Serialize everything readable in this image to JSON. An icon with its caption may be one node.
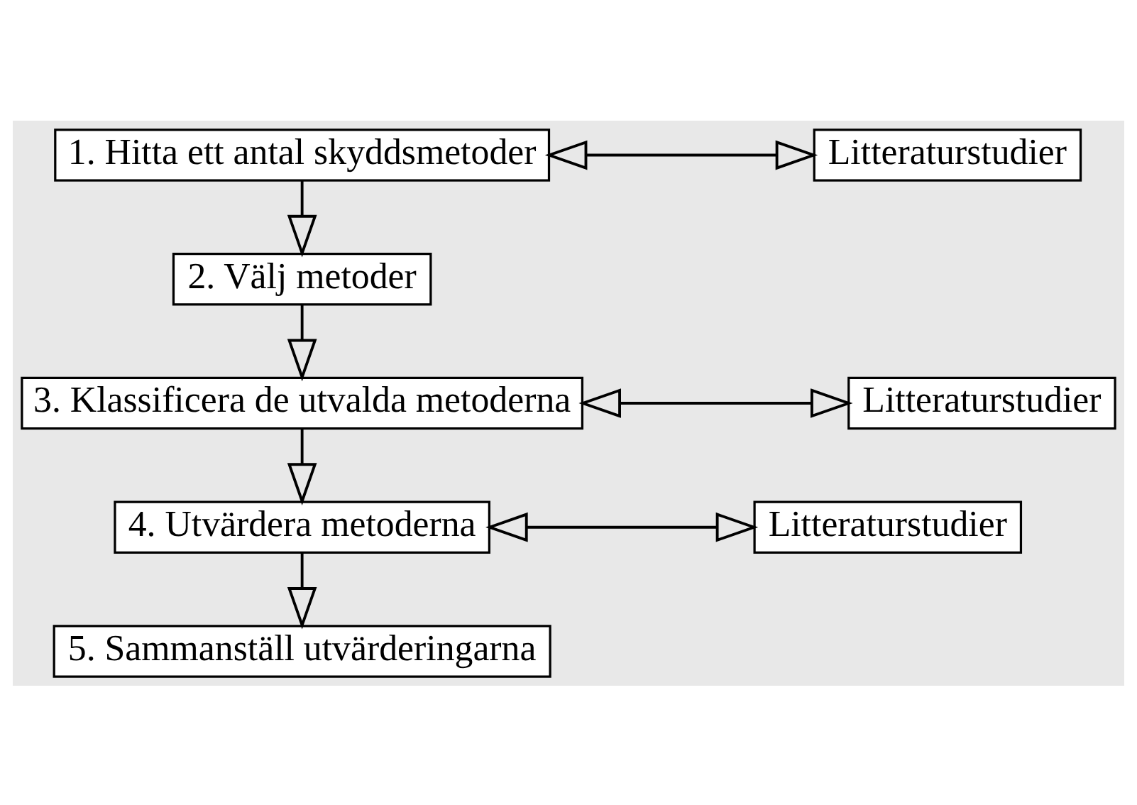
{
  "diagram": {
    "nodes": [
      {
        "text": [
          "1. Hitta ett antal skyddsmetoder"
        ]
      },
      {
        "text": [
          "2. Välj metoder"
        ]
      },
      {
        "text": [
          "3. Klassificera de utvalda metoderna"
        ]
      },
      {
        "text": [
          "4. Utvärdera metoderna"
        ]
      },
      {
        "text": [
          "5. Sammanställ utvärderingarna"
        ]
      },
      {
        "text": [
          "Litteraturstudier"
        ]
      },
      {
        "text": [
          "Litteraturstudier"
        ]
      },
      {
        "text": [
          "Litteraturstudier"
        ]
      }
    ],
    "edges": [
      {
        "from": 0,
        "to": 1,
        "arrow": "to"
      },
      {
        "from": 1,
        "to": 2,
        "arrow": "to"
      },
      {
        "from": 2,
        "to": 3,
        "arrow": "to"
      },
      {
        "from": 3,
        "to": 4,
        "arrow": "to"
      },
      {
        "from": 0,
        "to": 5,
        "arrow": "both"
      },
      {
        "from": 2,
        "to": 6,
        "arrow": "both"
      },
      {
        "from": 3,
        "to": 7,
        "arrow": "both"
      }
    ]
  }
}
